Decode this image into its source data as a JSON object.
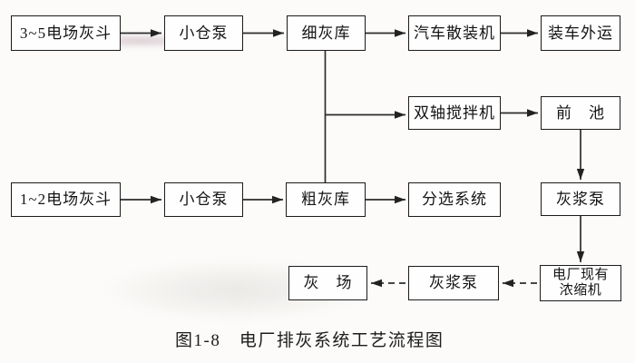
{
  "figure": {
    "caption": "图1-8　电厂排灰系统工艺流程图"
  },
  "diagram": {
    "title": "电厂排灰系统工艺流程图",
    "nodes": [
      {
        "id": "esp-hopper-3-5",
        "label": "3~5电场灰斗"
      },
      {
        "id": "bin-pump-upper",
        "label": "小仓泵"
      },
      {
        "id": "fine-ash-silo",
        "label": "细灰库"
      },
      {
        "id": "truck-bulk-loader",
        "label": "汽车散装机"
      },
      {
        "id": "truck-load-out",
        "label": "装车外运"
      },
      {
        "id": "twin-shaft-mixer",
        "label": "双轴搅拌机"
      },
      {
        "id": "forebay",
        "label": "前　池"
      },
      {
        "id": "esp-hopper-1-2",
        "label": "1~2电场灰斗"
      },
      {
        "id": "bin-pump-lower",
        "label": "小仓泵"
      },
      {
        "id": "coarse-ash-silo",
        "label": "粗灰库"
      },
      {
        "id": "sorting-system",
        "label": "分选系统"
      },
      {
        "id": "ash-slurry-pump-upper",
        "label": "灰浆泵"
      },
      {
        "id": "ash-yard",
        "label": "灰　场"
      },
      {
        "id": "ash-slurry-pump-lower",
        "label": "灰浆泵"
      },
      {
        "id": "plant-existing-thickener",
        "label": "电厂现有\n浓缩机"
      }
    ],
    "edges": [
      {
        "from": "esp-hopper-3-5",
        "to": "bin-pump-upper",
        "style": "solid-arrow"
      },
      {
        "from": "bin-pump-upper",
        "to": "fine-ash-silo",
        "style": "solid-arrow"
      },
      {
        "from": "fine-ash-silo",
        "to": "truck-bulk-loader",
        "style": "solid-arrow"
      },
      {
        "from": "truck-bulk-loader",
        "to": "truck-load-out",
        "style": "solid-arrow"
      },
      {
        "from": "fine-ash-silo",
        "to": "twin-shaft-mixer",
        "style": "solid-arrow"
      },
      {
        "from": "fine-ash-silo",
        "to": "coarse-ash-silo",
        "style": "solid-line"
      },
      {
        "from": "twin-shaft-mixer",
        "to": "forebay",
        "style": "solid-arrow"
      },
      {
        "from": "forebay",
        "to": "ash-slurry-pump-upper",
        "style": "solid-arrow"
      },
      {
        "from": "esp-hopper-1-2",
        "to": "bin-pump-lower",
        "style": "solid-arrow"
      },
      {
        "from": "bin-pump-lower",
        "to": "coarse-ash-silo",
        "style": "solid-arrow"
      },
      {
        "from": "coarse-ash-silo",
        "to": "sorting-system",
        "style": "solid-arrow"
      },
      {
        "from": "ash-slurry-pump-upper",
        "to": "plant-existing-thickener",
        "style": "solid-arrow"
      },
      {
        "from": "plant-existing-thickener",
        "to": "ash-slurry-pump-lower",
        "style": "dashed-arrow"
      },
      {
        "from": "ash-slurry-pump-lower",
        "to": "ash-yard",
        "style": "dashed-arrow"
      }
    ],
    "colors": {
      "line": "#2d2d2d",
      "box_border": "#1b1b1b",
      "box_fill": "#fefefe",
      "text": "#141414",
      "background": "#fcfbf9"
    }
  }
}
